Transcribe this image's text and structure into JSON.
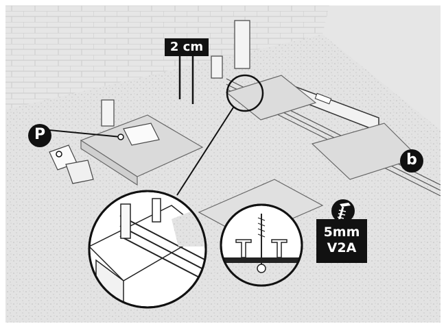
{
  "labels": {
    "dimension": "2 cm",
    "marker_p": "P",
    "marker_b": "b",
    "screw_size": "5mm",
    "screw_material": "V2A"
  },
  "colors": {
    "background": "#e6e6e6",
    "line": "#111111",
    "label_bg": "#111111",
    "label_text": "#ffffff"
  },
  "icons": [
    "screw-icon"
  ]
}
